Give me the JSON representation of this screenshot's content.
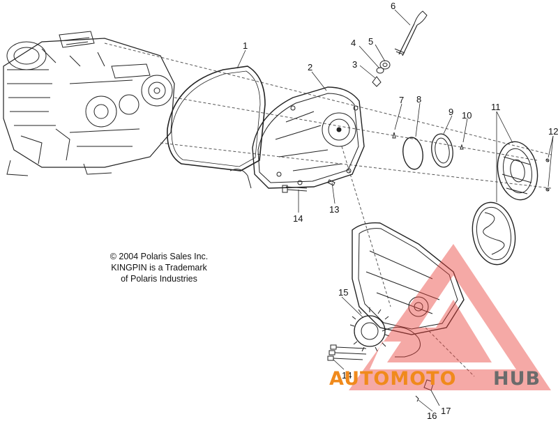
{
  "copyright": {
    "line1": "© 2004 Polaris Sales Inc.",
    "line2": "KINGPIN is a Trademark",
    "line3": "of Polaris Industries"
  },
  "callouts": {
    "c1": "1",
    "c2": "2",
    "c3": "3",
    "c4": "4",
    "c5": "5",
    "c6": "6",
    "c7": "7",
    "c8": "8",
    "c9": "9",
    "c10": "10",
    "c11": "11",
    "c12": "12",
    "c13": "13",
    "c14a": "14",
    "c14b": "14",
    "c15": "15",
    "c16": "16",
    "c17": "17"
  },
  "watermark": {
    "part1": "AUTOMOTO",
    "part2": "HUB",
    "color_primary": "#f08a1c",
    "color_secondary": "#6b6b6b",
    "triangle_color": "#e8403a"
  }
}
